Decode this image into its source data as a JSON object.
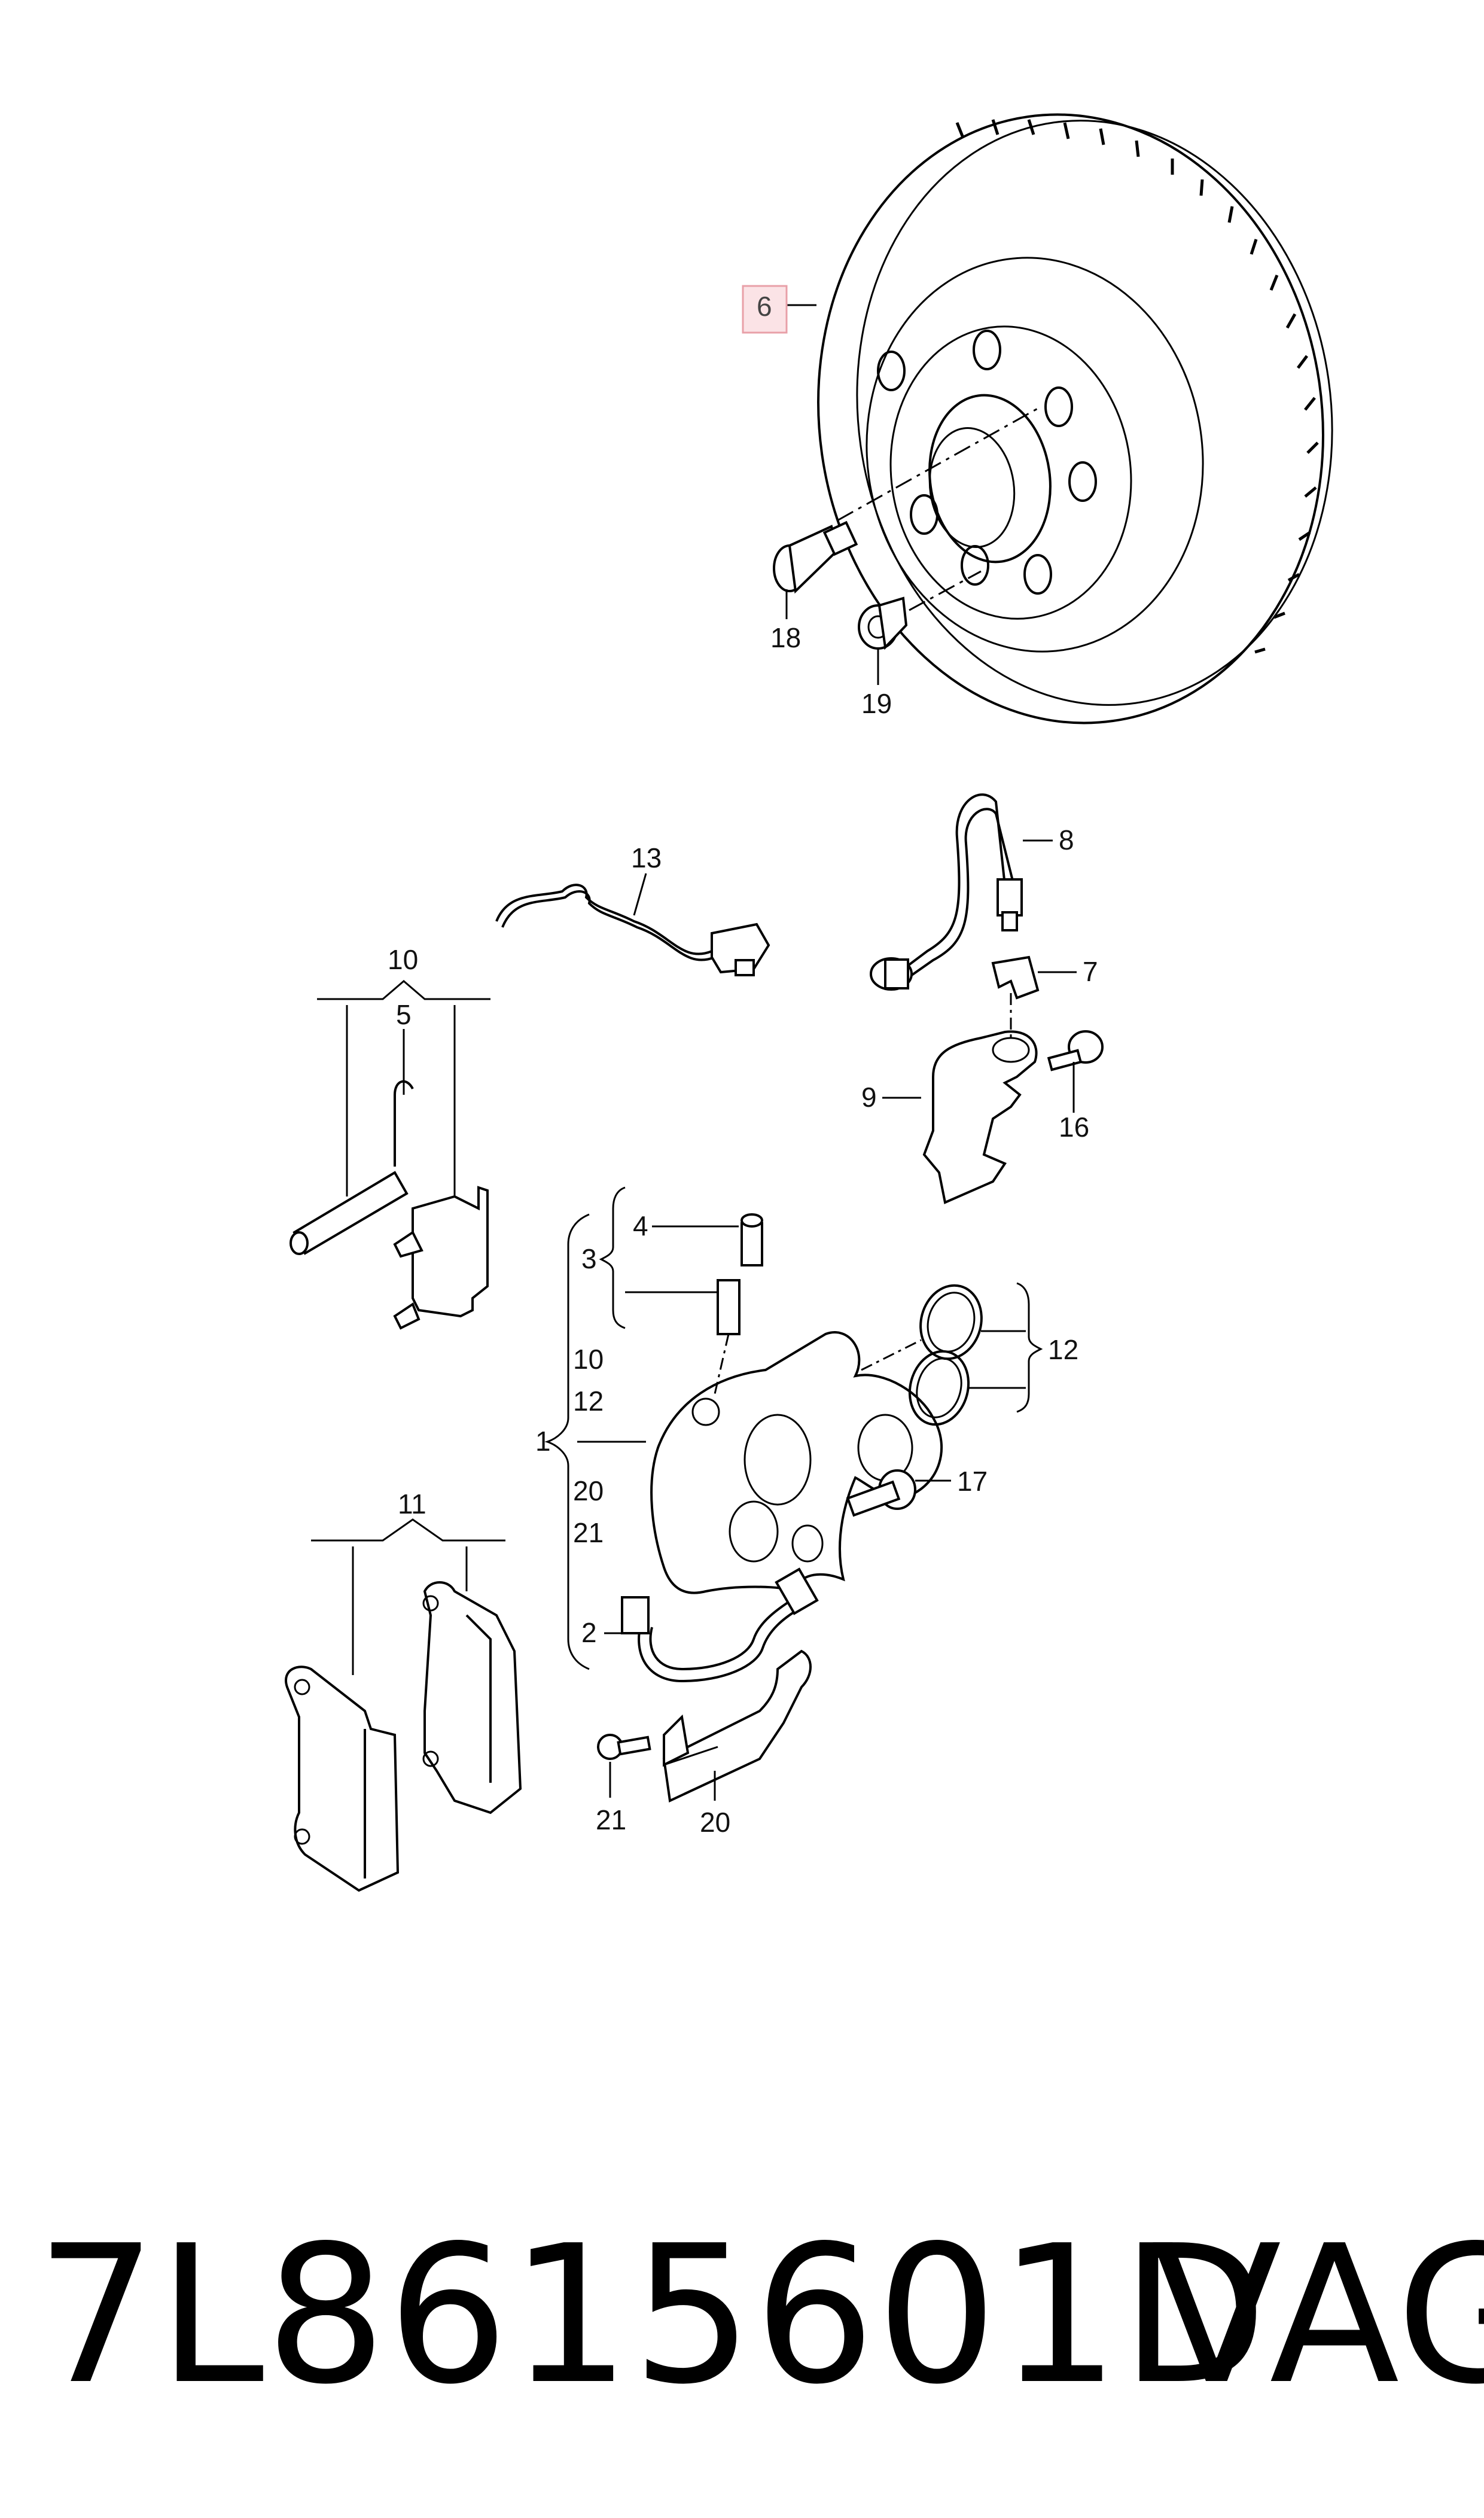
{
  "callouts": {
    "c1": "1",
    "c2": "2",
    "c3": "3",
    "c4": "4",
    "c5": "5",
    "c6": "6",
    "c7": "7",
    "c8": "8",
    "c9": "9",
    "c10_top": "10",
    "c10_side": "10",
    "c11": "11",
    "c12_side": "12",
    "c12_right": "12",
    "c13": "13",
    "c16": "16",
    "c17": "17",
    "c18": "18",
    "c19": "19",
    "c20_side": "20",
    "c20_bottom": "20",
    "c21_side": "21",
    "c21_bottom": "21"
  },
  "highlight": {
    "color": "#e8a0a8",
    "fill": "#fbe3e6"
  },
  "footer": {
    "part_number": "7L8615601D",
    "brand": "VAG"
  }
}
